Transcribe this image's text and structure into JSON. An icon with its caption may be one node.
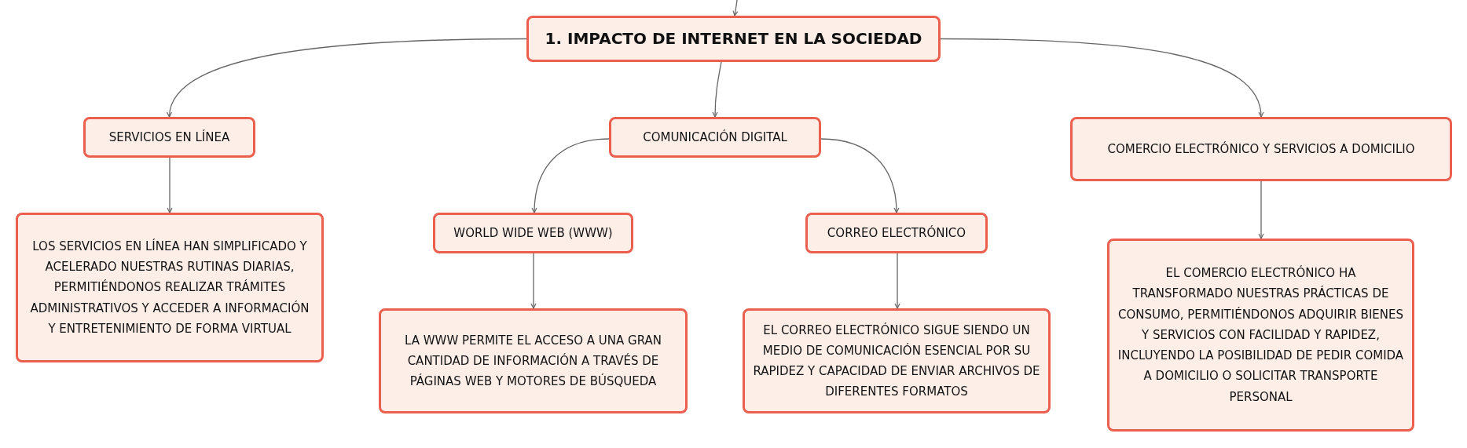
{
  "diagram": {
    "nodes": [
      {
        "text": [
          "1. IMPACTO DE INTERNET EN LA SOCIEDAD"
        ]
      },
      {
        "text": [
          "SERVICIOS EN LÍNEA"
        ]
      },
      {
        "text": [
          "COMUNICACIÓN DIGITAL"
        ]
      },
      {
        "text": [
          "COMERCIO ELECTRÓNICO Y SERVICIOS A DOMICILIO"
        ]
      },
      {
        "text": [
          "LOS SERVICIOS EN LÍNEA HAN SIMPLIFICADO Y ACELERADO NUESTRAS RUTINAS DIARIAS, PERMITIÉNDONOS REALIZAR TRÁMITES ADMINISTRATIVOS Y ACCEDER A INFORMACIÓN Y ENTRETENIMIENTO DE FORMA VIRTUAL"
        ]
      },
      {
        "text": [
          "WORLD WIDE WEB (WWW)"
        ]
      },
      {
        "text": [
          "CORREO ELECTRÓNICO"
        ]
      },
      {
        "text": [
          "LA WWW PERMITE EL ACCESO A UNA GRAN CANTIDAD DE INFORMACIÓN A TRAVÉS DE PÁGINAS WEB Y MOTORES DE BÚSQUEDA"
        ]
      },
      {
        "text": [
          "EL CORREO ELECTRÓNICO SIGUE SIENDO UN MEDIO DE COMUNICACIÓN ESENCIAL POR SU RAPIDEZ Y CAPACIDAD DE ENVIAR ARCHIVOS DE DIFERENTES FORMATOS"
        ]
      },
      {
        "text": [
          "EL COMERCIO ELECTRÓNICO HA TRANSFORMADO NUESTRAS PRÁCTICAS DE CONSUMO, PERMITIÉNDONOS ADQUIRIR BIENES Y SERVICIOS CON FACILIDAD Y RAPIDEZ, INCLUYENDO LA POSIBILIDAD DE PEDIR COMIDA A DOMICILIO O SOLICITAR TRANSPORTE PERSONAL"
        ]
      }
    ],
    "edges": [
      {
        "from": null,
        "to": 0,
        "arrow": "to"
      },
      {
        "from": 0,
        "to": 1,
        "arrow": "to"
      },
      {
        "from": 0,
        "to": 2,
        "arrow": "to"
      },
      {
        "from": 0,
        "to": 3,
        "arrow": "to"
      },
      {
        "from": 1,
        "to": 4,
        "arrow": "to"
      },
      {
        "from": 2,
        "to": 5,
        "arrow": "to"
      },
      {
        "from": 2,
        "to": 6,
        "arrow": "to"
      },
      {
        "from": 5,
        "to": 7,
        "arrow": "to"
      },
      {
        "from": 6,
        "to": 8,
        "arrow": "to"
      },
      {
        "from": 3,
        "to": 9,
        "arrow": "to"
      }
    ]
  }
}
